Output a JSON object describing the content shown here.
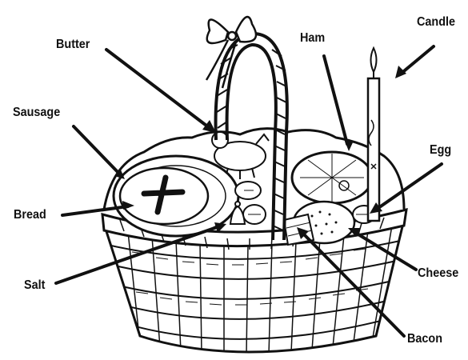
{
  "labels": {
    "candle": "Candle",
    "ham": "Ham",
    "butter": "Butter",
    "sausage": "Sausage",
    "egg": "Egg",
    "bread": "Bread",
    "cheese": "Cheese",
    "salt": "Salt",
    "bacon": "Bacon"
  },
  "colors": {
    "ink": "#111111",
    "paper": "#ffffff"
  }
}
